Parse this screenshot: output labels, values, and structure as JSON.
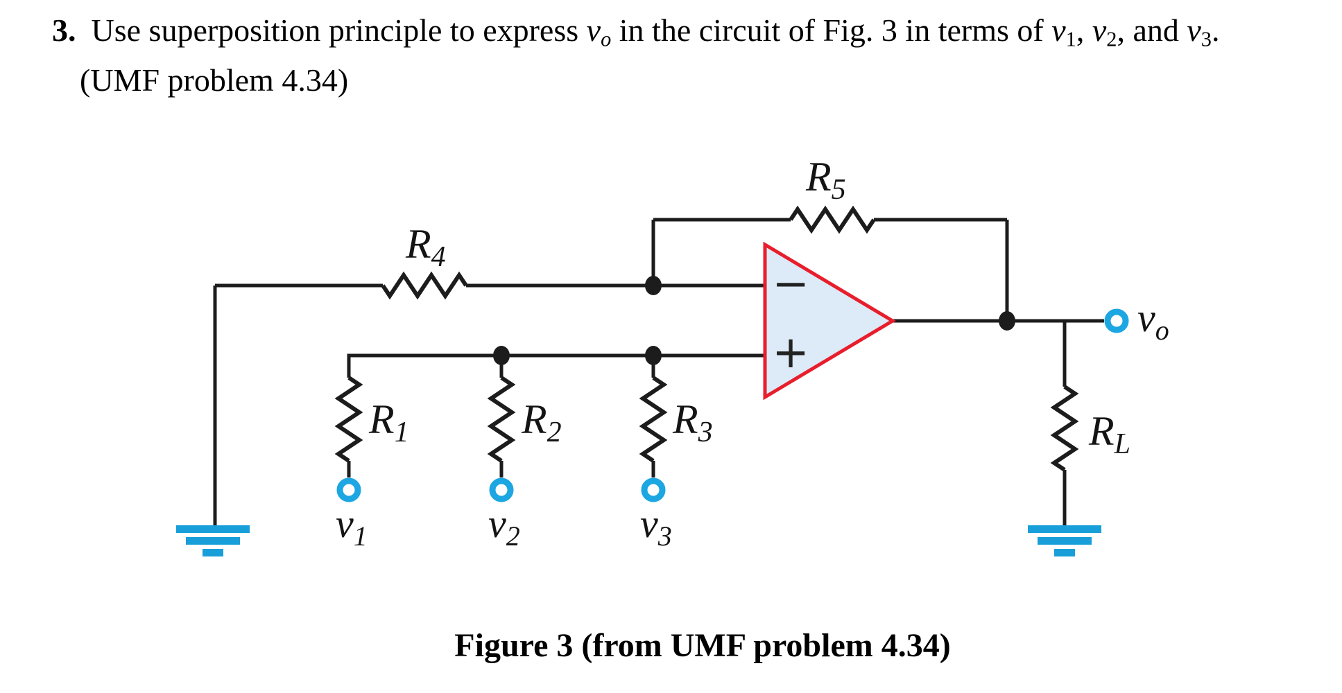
{
  "problem": {
    "number": "3.",
    "statement_parts": [
      {
        "t": "Use superposition principle to express "
      },
      {
        "t": "v",
        "i": true
      },
      {
        "t": "o",
        "sub": true,
        "i": true
      },
      {
        "t": " in the circuit of Fig. 3 in terms of "
      },
      {
        "t": "v",
        "i": true
      },
      {
        "t": "1",
        "sub": true
      },
      {
        "t": ", "
      },
      {
        "t": "v",
        "i": true
      },
      {
        "t": "2",
        "sub": true
      },
      {
        "t": ", and "
      },
      {
        "t": "v",
        "i": true
      },
      {
        "t": "3",
        "sub": true
      },
      {
        "t": "."
      }
    ],
    "source_line": "(UMF problem 4.34)"
  },
  "figure": {
    "caption": "Figure 3 (from UMF problem 4.34)",
    "opamp": {
      "inverting_label": "−",
      "noninverting_label": "+"
    },
    "resistors": {
      "r1": {
        "label": "R",
        "sub": "1"
      },
      "r2": {
        "label": "R",
        "sub": "2"
      },
      "r3": {
        "label": "R",
        "sub": "3"
      },
      "r4": {
        "label": "R",
        "sub": "4"
      },
      "r5": {
        "label": "R",
        "sub": "5"
      },
      "rl": {
        "label": "R",
        "sub": "L"
      }
    },
    "terminals": {
      "v1": {
        "label": "v",
        "sub": "1"
      },
      "v2": {
        "label": "v",
        "sub": "2"
      },
      "v3": {
        "label": "v",
        "sub": "3"
      },
      "vo": {
        "label": "v",
        "sub": "o"
      }
    },
    "colors": {
      "wire": "#1c1c1c",
      "terminal_cyan": "#1ca6e2",
      "ground_cyan": "#189fd9",
      "opamp_stroke": "#e81e2c",
      "opamp_fill": "#dcebf7"
    }
  }
}
